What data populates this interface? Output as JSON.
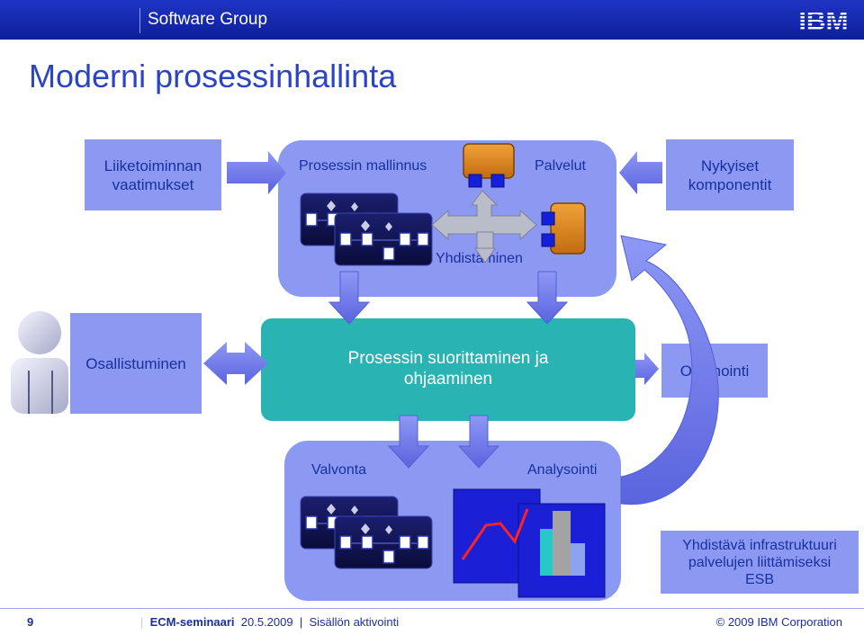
{
  "header": {
    "group": "Software Group",
    "logo_text": "IBM"
  },
  "title": "Moderni prosessinhallinta",
  "diagram": {
    "business_requirements": [
      "Liiketoiminnan",
      "vaatimukset"
    ],
    "process_modeling": "Prosessin mallinnus",
    "services": "Palvelut",
    "integration": "Yhdistäminen",
    "current_components": [
      "Nykyiset",
      "komponentit"
    ],
    "participation": "Osallistuminen",
    "process_execution": [
      "Prosessin suorittaminen ja",
      "ohjaaminen"
    ],
    "optimization": "Optimointi",
    "monitoring": "Valvonta",
    "analytics": "Analysointi",
    "esb": [
      "Yhdistävä infrastruktuuri",
      "palvelujen liittämiseksi",
      "ESB"
    ]
  },
  "footer": {
    "page_number": "9",
    "event": "ECM-seminaari",
    "date": "20.5.2009",
    "topic": "Sisällön aktivointi",
    "copyright": "© 2009 IBM Corporation"
  },
  "colors": {
    "header_blue": "#1429b0",
    "panel_blue": "#8c99f3",
    "execution_teal": "#2ab3b3",
    "text_blue": "#1a2f9e",
    "arrow_blue": "#6872e8"
  },
  "icons": [
    "ibm-logo-icon",
    "process-flow-icon",
    "service-component-icon",
    "integration-arrows-icon",
    "person-icon",
    "chart-icon",
    "refresh-cycle-arrow-icon"
  ]
}
